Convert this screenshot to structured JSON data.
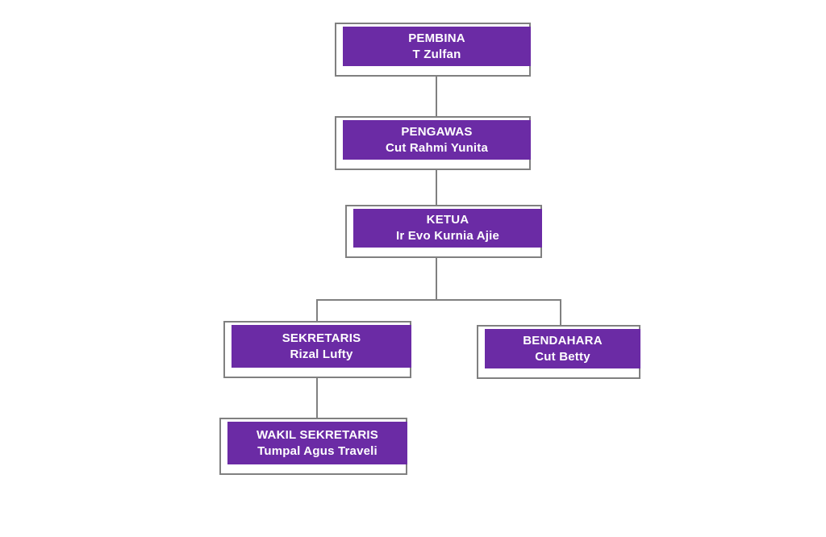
{
  "chart": {
    "kind": "organization-chart",
    "background_color": "#FFFFFF",
    "node_fill_color": "#6B2BA5",
    "node_border_color": "#808080",
    "node_text_color": "#FFFFFF",
    "connector_color": "#808080"
  },
  "nodes": {
    "pembina": {
      "title": "PEMBINA",
      "person": "T Zulfan"
    },
    "pengawas": {
      "title": "PENGAWAS",
      "person": "Cut Rahmi Yunita"
    },
    "ketua": {
      "title": "KETUA",
      "person": "Ir Evo Kurnia Ajie"
    },
    "sekretaris": {
      "title": "SEKRETARIS",
      "person": "Rizal Lufty"
    },
    "bendahara": {
      "title": "BENDAHARA",
      "person": "Cut Betty"
    },
    "wakil_sekretaris": {
      "title": "WAKIL SEKRETARIS",
      "person": "Tumpal Agus Traveli"
    }
  }
}
